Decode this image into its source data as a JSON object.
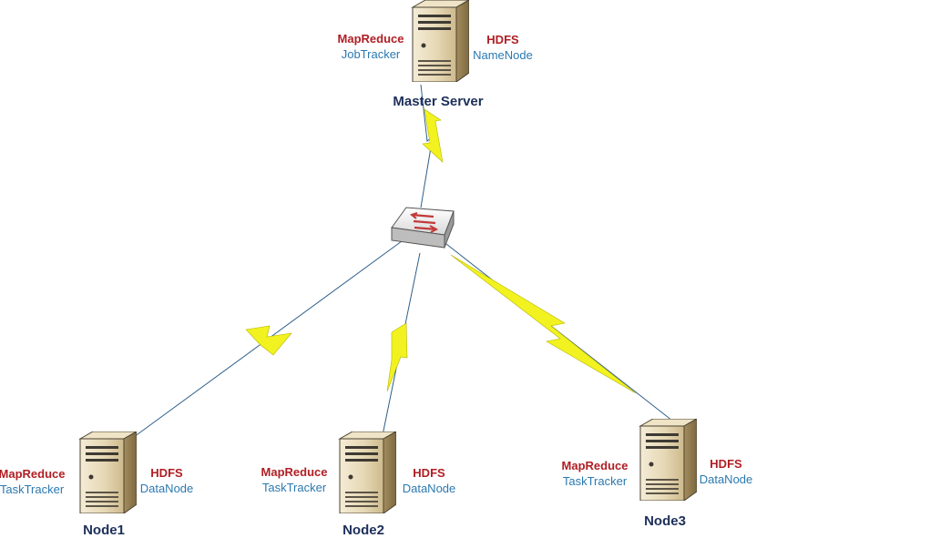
{
  "colors": {
    "mapreduce": "#b01e23",
    "hdfs_role": "#2b79b0",
    "node_name": "#1d2f5a",
    "link_bolt": "#f2f220",
    "link_line": "#2e5f8a"
  },
  "icons": {
    "server": "server-icon",
    "switch": "network-switch-icon"
  },
  "master": {
    "name": "Master Server",
    "mapreduce_label": "MapReduce",
    "mapreduce_role": "JobTracker",
    "hdfs_label": "HDFS",
    "hdfs_role": "NameNode"
  },
  "nodes": [
    {
      "name": "Node1",
      "mapreduce_label": "MapReduce",
      "mapreduce_role": "TaskTracker",
      "hdfs_label": "HDFS",
      "hdfs_role": "DataNode"
    },
    {
      "name": "Node2",
      "mapreduce_label": "MapReduce",
      "mapreduce_role": "TaskTracker",
      "hdfs_label": "HDFS",
      "hdfs_role": "DataNode"
    },
    {
      "name": "Node3",
      "mapreduce_label": "MapReduce",
      "mapreduce_role": "TaskTracker",
      "hdfs_label": "HDFS",
      "hdfs_role": "DataNode"
    }
  ]
}
